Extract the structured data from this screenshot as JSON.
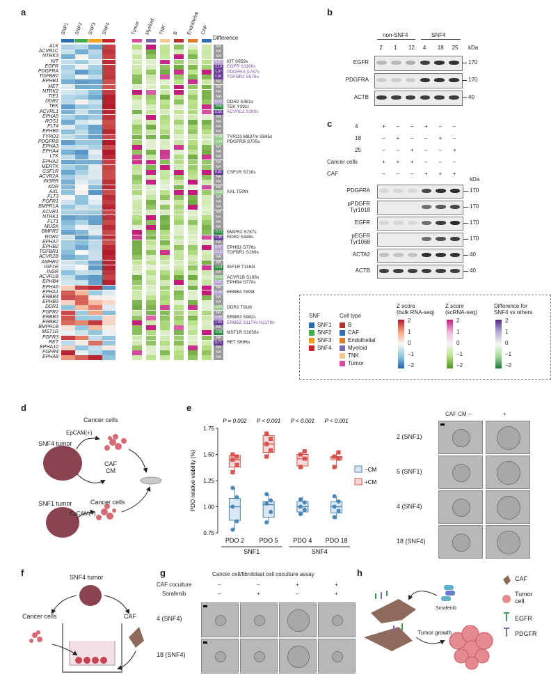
{
  "panel_labels": {
    "a": "a",
    "b": "b",
    "c": "c",
    "d": "d",
    "e": "e",
    "f": "f",
    "g": "g",
    "h": "h"
  },
  "heatmap": {
    "col_headers_left": [
      "SNF1",
      "SNF2",
      "SNF3",
      "SNF4"
    ],
    "col_headers_right": [
      "Tumor",
      "Myeloid",
      "TNK",
      "B",
      "Endothelial",
      "CAF"
    ],
    "difference_header": "Difference",
    "genes": [
      "ALK",
      "ACVR1C",
      "NTRK3",
      "KIT",
      "EGFR",
      "PDGFRA",
      "TGFBR2",
      "EPHB1",
      "MET",
      "NTRK2",
      "TIE1",
      "DDR2",
      "TEK",
      "ACVRL1",
      "EPHA5",
      "ROS1",
      "FLT4",
      "EPHB6",
      "TYRO3",
      "PDGFRB",
      "EPHA3",
      "EPHA4",
      "LTK",
      "EPHA2",
      "MERTK",
      "CSF1R",
      "ACVR2A",
      "INSRR",
      "KDR",
      "AXL",
      "FLT3",
      "FGFR1",
      "BMPR1A",
      "ACVR1",
      "NTRK1",
      "FLT1",
      "MUSK",
      "BMPR2",
      "ROR2",
      "EPHA7",
      "EPHB2",
      "TGFBR1",
      "ACVR2B",
      "AMHR2",
      "IGF1R",
      "INSR",
      "ACVR1B",
      "EPHB4",
      "EPHA6",
      "EPHA1",
      "ERBB4",
      "EPHB3",
      "DDR1",
      "FGFR2",
      "ERBB3",
      "ERBB2",
      "BMPR1B",
      "MST1R",
      "FGFR3",
      "RET",
      "EPHA10",
      "FGFR4",
      "EPHA8"
    ],
    "diff_values": [
      "NA",
      "NA",
      "NA",
      "0.21",
      "2.14",
      "1.37",
      "1.81",
      "NA",
      "NA",
      "NA",
      "NA",
      "0.32",
      "-0.55",
      "0.55",
      "NA",
      "NA",
      "NA",
      "NA",
      "-0.44",
      "-0.14",
      "NA",
      "NA",
      "NA",
      "NA",
      "NA",
      "0.82",
      "NA",
      "NA",
      "NA",
      "-0.30",
      "NA",
      "NA",
      "NA",
      "NA",
      "NA",
      "NA",
      "NA",
      "-0.73",
      "1.38",
      "NA",
      "0.07",
      "0.18",
      "NA",
      "NA",
      "-0.64",
      "NA",
      "-0.43",
      "0.37",
      "NA",
      "0.48",
      "NA",
      "NA",
      "-0.16",
      "NA",
      "0.30",
      "1.60",
      "NA",
      "-0.96",
      "NA",
      "0.71",
      "NA",
      "NA",
      "NA"
    ],
    "annotations": [
      {
        "row": 3,
        "text": "KIT S959s"
      },
      {
        "row": 4,
        "text": "EGFR S1166s"
      },
      {
        "row": 5,
        "text": "PDGFRA S767s"
      },
      {
        "row": 6,
        "text": "TGFBR2 S576s"
      },
      {
        "row": 11,
        "text": "DDR2 S461s"
      },
      {
        "row": 12,
        "text": "TEK Y391t"
      },
      {
        "row": 13,
        "text": "ACVRL1 S160s"
      },
      {
        "row": 18,
        "text": "TYRO3 M837m S845s"
      },
      {
        "row": 19,
        "text": "PDGFRB S705s"
      },
      {
        "row": 25,
        "text": "CSF1R S716s"
      },
      {
        "row": 29,
        "text": "AXL T509t"
      },
      {
        "row": 37,
        "text": "BMPR2 S757s"
      },
      {
        "row": 38,
        "text": "ROR2 S449s"
      },
      {
        "row": 40,
        "text": "EPHB2 S776s"
      },
      {
        "row": 41,
        "text": "TGFBR1 S169s"
      },
      {
        "row": 44,
        "text": "IGF1R T1163t"
      },
      {
        "row": 46,
        "text": "ACVR1B S168s"
      },
      {
        "row": 47,
        "text": "EPHB4 S770s"
      },
      {
        "row": 49,
        "text": "ERBB4 T699t"
      },
      {
        "row": 52,
        "text": "DDR1 T918t"
      },
      {
        "row": 54,
        "text": "ERBB3 S982s"
      },
      {
        "row": 55,
        "text": "ERBB2 S1174s N1178n"
      },
      {
        "row": 57,
        "text": "MST1R S1056s"
      },
      {
        "row": 59,
        "text": "RET S696s"
      }
    ],
    "purple_annotation_rows": [
      4,
      5,
      6,
      13,
      55
    ]
  },
  "blot_b": {
    "group1": "non-SNF4",
    "group2": "SNF4",
    "lanes": [
      "2",
      "1",
      "12",
      "4",
      "18",
      "25"
    ],
    "kda_label": "kDa",
    "rows": [
      {
        "label": "EGFR",
        "kda": "170"
      },
      {
        "label": "PDGFRA",
        "kda": "170"
      },
      {
        "label": "ACTB",
        "kda": "40"
      }
    ]
  },
  "blot_c": {
    "condition_rows": [
      {
        "label": "4",
        "marks": [
          "+",
          "–",
          "–",
          "+",
          "–",
          "–"
        ]
      },
      {
        "label": "18",
        "marks": [
          "–",
          "+",
          "–",
          "–",
          "+",
          "–"
        ]
      },
      {
        "label": "25",
        "marks": [
          "–",
          "–",
          "+",
          "–",
          "–",
          "+"
        ]
      },
      {
        "label": "Cancer cells",
        "marks": [
          "+",
          "+",
          "+",
          "–",
          "–",
          "–"
        ]
      },
      {
        "label": "CAF",
        "marks": [
          "–",
          "–",
          "–",
          "+",
          "+",
          "+"
        ]
      }
    ],
    "kda_label": "kDa",
    "rows": [
      {
        "label": "PDGFRA",
        "kda": "170"
      },
      {
        "label": "pPDGFR\nTyr1018",
        "kda": "170"
      },
      {
        "label": "EGFR",
        "kda": "170"
      },
      {
        "label": "pEGFR\nTyr1068",
        "kda": "170"
      },
      {
        "label": "ACTA2",
        "kda": "40"
      },
      {
        "label": "ACTB",
        "kda": "40"
      }
    ]
  },
  "legend": {
    "snf_title": "SNF",
    "snf": [
      {
        "name": "SNF1",
        "color": "#2b6cb0"
      },
      {
        "name": "SNF2",
        "color": "#3fae49"
      },
      {
        "name": "SNF3",
        "color": "#f5a025"
      },
      {
        "name": "SNF4",
        "color": "#c8252c"
      }
    ],
    "celltype_title": "Cell type",
    "celltypes": [
      {
        "name": "B",
        "color": "#b5322e"
      },
      {
        "name": "CAF",
        "color": "#2f6fae"
      },
      {
        "name": "Endothelial",
        "color": "#e07b2a"
      },
      {
        "name": "Myeloid",
        "color": "#6f6aa8"
      },
      {
        "name": "TNK",
        "color": "#f3c98d"
      },
      {
        "name": "Tumor",
        "color": "#d94b9c"
      }
    ],
    "z_bulk_title": "Z score\n(bulk RNA-seq)",
    "z_bulk_ticks": [
      "2",
      "1",
      "0",
      "−1",
      "−2"
    ],
    "z_sc_title": "Z score\n(scRNA-seq)",
    "z_sc_ticks": [
      "2",
      "1",
      "0",
      "−1",
      "−2"
    ],
    "diff_title": "Difference for\nSNF4 vs others",
    "diff_ticks": [
      "2",
      "1",
      "0",
      "−1",
      "−2"
    ]
  },
  "panel_d": {
    "epcam_top": "EpCAM(+)",
    "cancer_cells_top": "Cancer cells",
    "snf4_tumor": "SNF4 tumor",
    "caf_cm": "CAF\nCM",
    "snf1_tumor": "SNF1 tumor",
    "cancer_cells_bottom": "Cancer cells",
    "epcam_bottom": "EpCAM(+)"
  },
  "panel_e": {
    "ylabel": "PDO relative viability (%)",
    "pvalues": [
      "P = 0.002",
      "P < 0.001",
      "P < 0.001",
      "P < 0.001"
    ],
    "groups": [
      "SNF1",
      "SNF4"
    ],
    "legend": [
      {
        "name": "−CM",
        "color": "#4a86b8"
      },
      {
        "name": "+CM",
        "color": "#d9534f"
      }
    ]
  },
  "chart_data": {
    "type": "box",
    "categories": [
      "PDO 2",
      "PDO 5",
      "PDO 4",
      "PDO 18"
    ],
    "ylim": [
      0.75,
      1.75
    ],
    "yticks": [
      "0.75",
      "1.00",
      "1.25",
      "1.50",
      "1.75"
    ],
    "series": [
      {
        "name": "−CM",
        "boxes": [
          {
            "q1": 0.87,
            "median": 1.0,
            "q3": 1.08,
            "min": 0.78,
            "max": 1.18,
            "points": [
              0.78,
              0.86,
              1.0,
              1.09,
              1.18
            ]
          },
          {
            "q1": 0.9,
            "median": 1.02,
            "q3": 1.05,
            "min": 0.85,
            "max": 1.12,
            "points": [
              0.85,
              0.95,
              1.03,
              1.06,
              1.12
            ]
          },
          {
            "q1": 0.95,
            "median": 1.0,
            "q3": 1.05,
            "min": 0.92,
            "max": 1.1,
            "points": [
              0.93,
              0.97,
              1.0,
              1.04,
              1.07
            ]
          },
          {
            "q1": 0.94,
            "median": 1.0,
            "q3": 1.05,
            "min": 0.88,
            "max": 1.1,
            "points": [
              0.9,
              0.96,
              1.0,
              1.05,
              1.1
            ]
          }
        ]
      },
      {
        "name": "+CM",
        "boxes": [
          {
            "q1": 1.38,
            "median": 1.45,
            "q3": 1.49,
            "min": 1.33,
            "max": 1.5,
            "points": [
              1.33,
              1.4,
              1.45,
              1.48,
              1.5
            ]
          },
          {
            "q1": 1.52,
            "median": 1.6,
            "q3": 1.68,
            "min": 1.48,
            "max": 1.7,
            "points": [
              1.48,
              1.54,
              1.6,
              1.65,
              1.7
            ]
          },
          {
            "q1": 1.39,
            "median": 1.46,
            "q3": 1.5,
            "min": 1.36,
            "max": 1.53,
            "points": [
              1.38,
              1.46,
              1.5,
              1.53
            ]
          },
          {
            "q1": 1.45,
            "median": 1.47,
            "q3": 1.48,
            "min": 1.37,
            "max": 1.52,
            "points": [
              1.38,
              1.46,
              1.48,
              1.52
            ]
          }
        ]
      }
    ]
  },
  "panel_e_images": {
    "header": "CAF CM",
    "cols": [
      "–",
      "+"
    ],
    "rows": [
      "2 (SNF1)",
      "5 (SNF1)",
      "4 (SNF4)",
      "18 (SNF4)"
    ]
  },
  "panel_f": {
    "snf4_tumor": "SNF4 tumor",
    "cancer_cells": "Cancer cells",
    "caf": "CAF"
  },
  "panel_g": {
    "title": "Cancer cell/fibroblast cell coculture assay",
    "cond_rows": [
      {
        "label": "CAF coculture",
        "marks": [
          "–",
          "–",
          "+",
          "+"
        ]
      },
      {
        "label": "Sorafenib",
        "marks": [
          "–",
          "+",
          "–",
          "+"
        ]
      }
    ],
    "rows": [
      "4 (SNF4)",
      "18 (SNF4)"
    ]
  },
  "panel_h": {
    "sorafenib": "Sorafenib",
    "tumor_growth": "Tumor growth",
    "legend": [
      "CAF",
      "Tumor\ncell",
      "EGFR",
      "PDGFR"
    ]
  }
}
